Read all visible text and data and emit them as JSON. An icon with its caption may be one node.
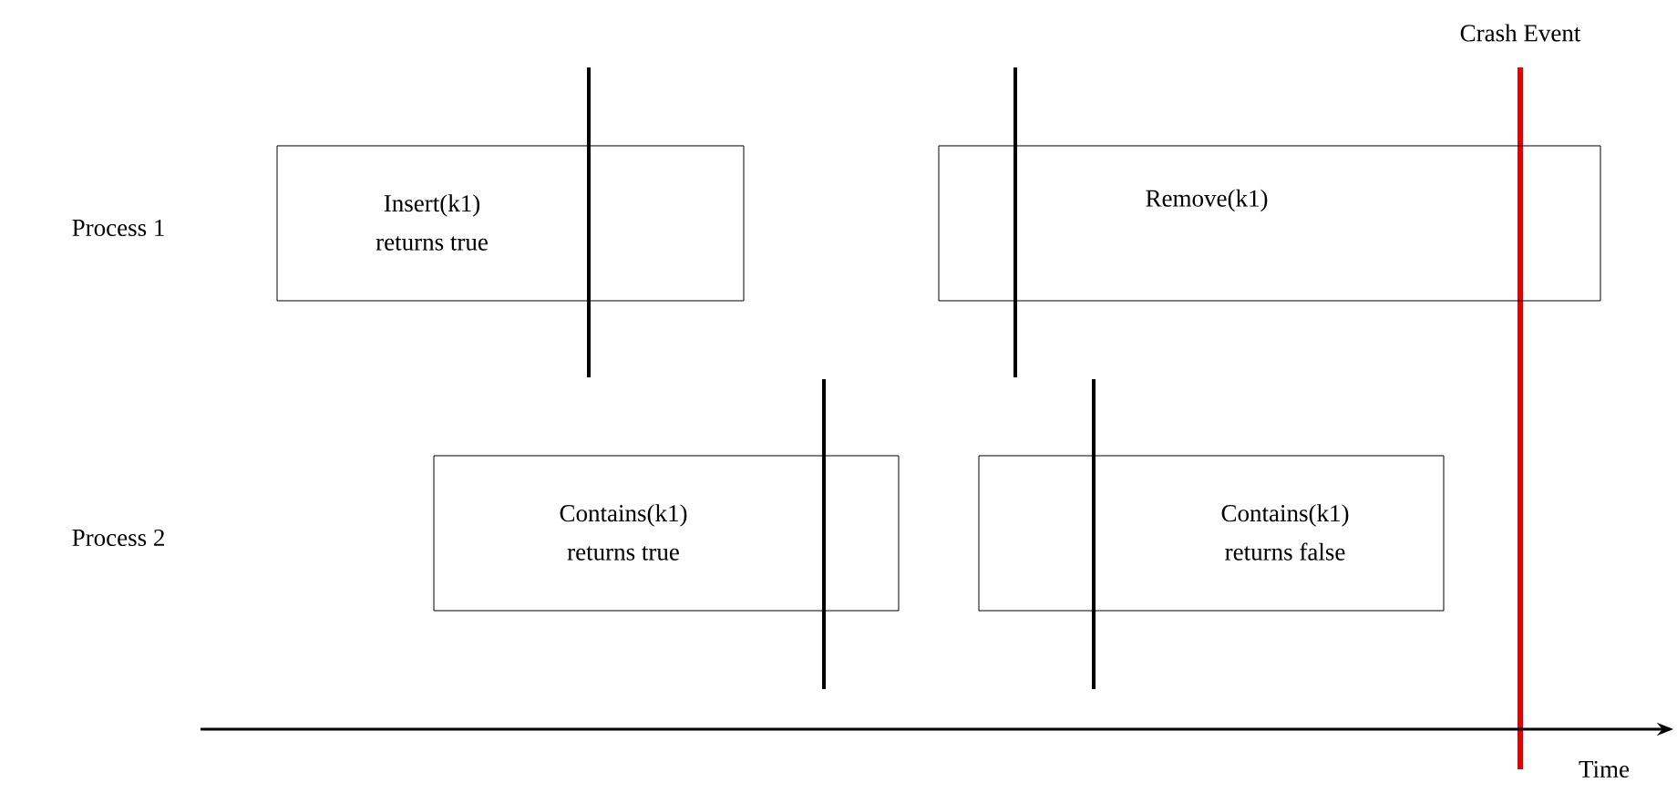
{
  "diagram": {
    "nodes": [
      {
        "text": [
          "Insert(k1)",
          "returns true"
        ]
      },
      {
        "text": [
          "Remove(k1)"
        ]
      },
      {
        "text": [
          "Contains(k1)",
          "returns true"
        ]
      },
      {
        "text": [
          "Contains(k1)",
          "returns false"
        ]
      }
    ],
    "labels": [
      "Crash Event",
      "Process 1",
      "Process 2",
      "Time"
    ]
  }
}
